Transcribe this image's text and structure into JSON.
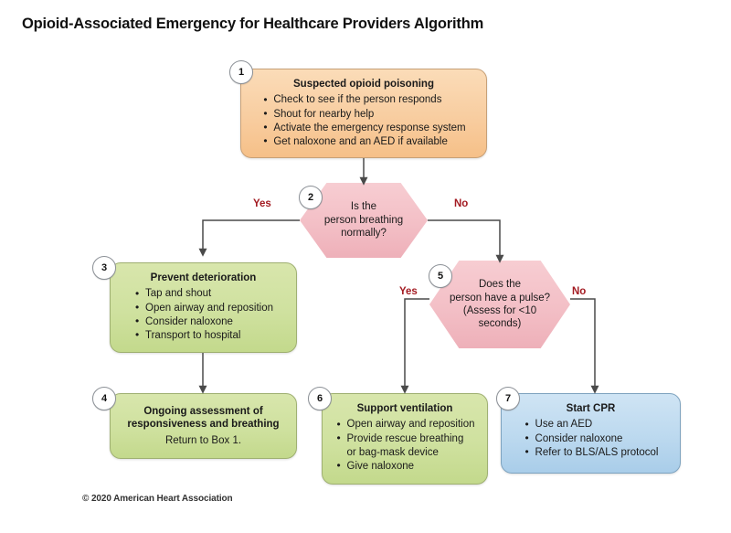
{
  "title": "Opioid-Associated Emergency for Healthcare Providers Algorithm",
  "footer": "© 2020 American Heart Association",
  "colors": {
    "orange": "#f8cda0",
    "green": "#cfe19f",
    "blue": "#bcd9ef",
    "pink": "#f3bfc6",
    "label_red": "#a31b22",
    "connector": "#4a4a4a"
  },
  "nodes": {
    "box1": {
      "number": "1",
      "title": "Suspected opioid poisoning",
      "items": [
        "Check to see if the person responds",
        "Shout for nearby help",
        "Activate the emergency response system",
        "Get naloxone and an AED if available"
      ]
    },
    "box2": {
      "number": "2",
      "line1": "Is the",
      "line2": "person breathing",
      "line3": "normally?",
      "yes_label": "Yes",
      "no_label": "No"
    },
    "box3": {
      "number": "3",
      "title": "Prevent deterioration",
      "items": [
        "Tap and shout",
        "Open airway and reposition",
        "Consider naloxone",
        "Transport to hospital"
      ]
    },
    "box4": {
      "number": "4",
      "title_line1": "Ongoing assessment of",
      "title_line2": "responsiveness and breathing",
      "subtitle": "Return to Box 1."
    },
    "box5": {
      "number": "5",
      "line1": "Does the",
      "line2": "person have a pulse?",
      "line3": "(Assess for <10",
      "line4": "seconds)",
      "yes_label": "Yes",
      "no_label": "No"
    },
    "box6": {
      "number": "6",
      "title": "Support ventilation",
      "items": [
        "Open airway and reposition",
        "Provide rescue breathing",
        "or bag-mask device",
        "Give naloxone"
      ]
    },
    "box7": {
      "number": "7",
      "title": "Start CPR",
      "items": [
        "Use an AED",
        "Consider naloxone",
        "Refer to BLS/ALS protocol"
      ]
    }
  }
}
